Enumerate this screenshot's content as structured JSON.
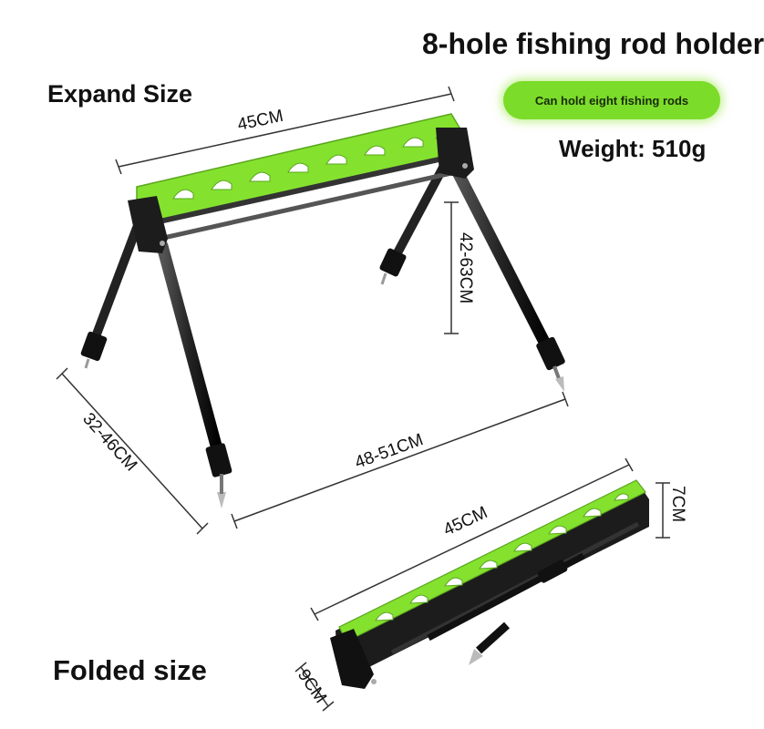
{
  "title": "8-hole fishing rod holder",
  "expand_label": "Expand Size",
  "capacity_badge": "Can hold eight fishing rods",
  "weight": "Weight: 510g",
  "folded_label": "Folded size",
  "dimensions": {
    "expanded_width": "45CM",
    "expanded_height": "42-63CM",
    "expanded_depth": "32-46CM",
    "expanded_leg_span": "48-51CM",
    "folded_length": "45CM",
    "folded_height": "7CM",
    "folded_depth": "9CM"
  },
  "colors": {
    "accent_green": "#7bdc2a",
    "frame_black": "#1c1c1c"
  }
}
